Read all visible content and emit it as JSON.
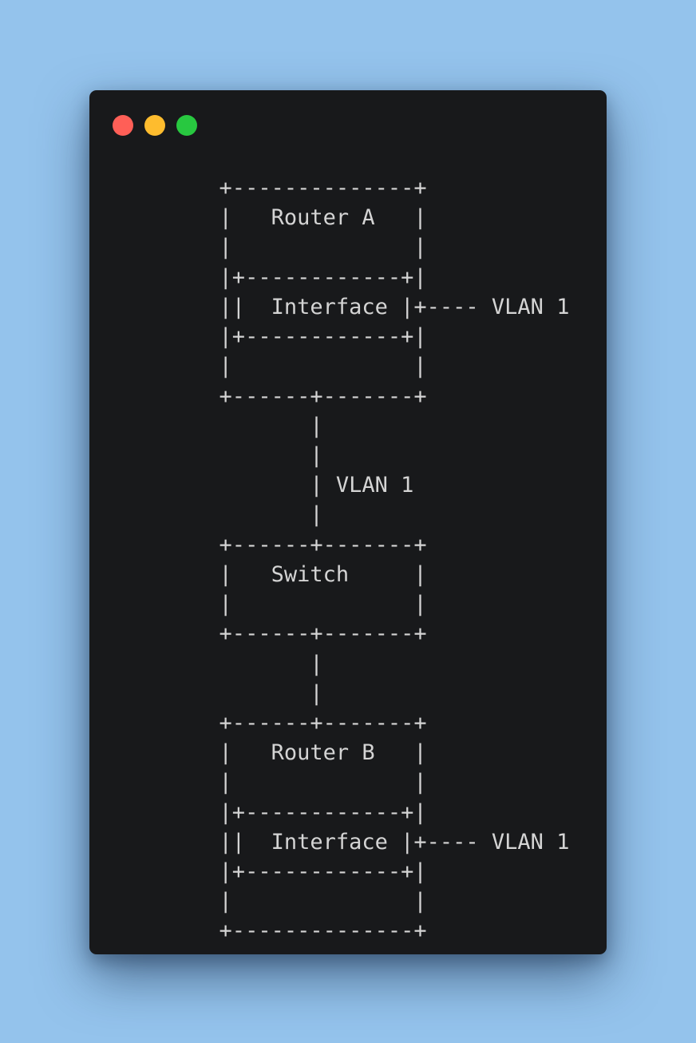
{
  "window": {
    "controls": {
      "close": {
        "icon": "close-dot-icon",
        "color": "#ff5f57"
      },
      "minimize": {
        "icon": "minimize-dot-icon",
        "color": "#febc2e"
      },
      "zoom": {
        "icon": "zoom-dot-icon",
        "color": "#28c840"
      }
    }
  },
  "colors": {
    "page_background": "#94c3ec",
    "window_background": "#18191b",
    "text": "#d4d4d4"
  },
  "diagram": {
    "lines": [
      "          +--------------+",
      "          |   Router A   |",
      "          |              |",
      "          |+------------+|",
      "          ||  Interface |+---- VLAN 1",
      "          |+------------+|",
      "          |              |",
      "          +------+-------+",
      "                 |",
      "                 |",
      "                 | VLAN 1",
      "                 |",
      "          +------+-------+",
      "          |   Switch     |",
      "          |              |",
      "          +------+-------+",
      "                 |",
      "                 |",
      "          +------+-------+",
      "          |   Router B   |",
      "          |              |",
      "          |+------------+|",
      "          ||  Interface |+---- VLAN 1",
      "          |+------------+|",
      "          |              |",
      "          +--------------+"
    ]
  }
}
